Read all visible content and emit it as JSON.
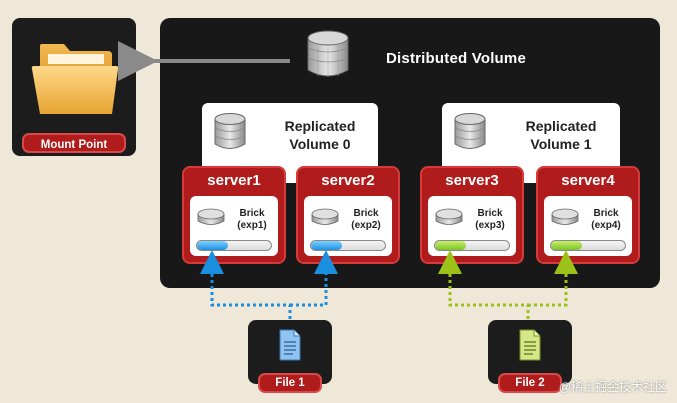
{
  "mount": {
    "label": "Mount Point",
    "icon": "folder-icon"
  },
  "distributed": {
    "title": "Distributed Volume"
  },
  "replicated": [
    {
      "label_line1": "Replicated",
      "label_line2": "Volume 0"
    },
    {
      "label_line1": "Replicated",
      "label_line2": "Volume 1"
    }
  ],
  "servers": [
    {
      "name": "server1",
      "brick_line1": "Brick",
      "brick_line2": "(exp1)",
      "bar_color": "blue"
    },
    {
      "name": "server2",
      "brick_line1": "Brick",
      "brick_line2": "(exp2)",
      "bar_color": "blue"
    },
    {
      "name": "server3",
      "brick_line1": "Brick",
      "brick_line2": "(exp3)",
      "bar_color": "green"
    },
    {
      "name": "server4",
      "brick_line1": "Brick",
      "brick_line2": "(exp4)",
      "bar_color": "green"
    }
  ],
  "files": [
    {
      "label": "File 1",
      "icon": "document-icon",
      "color": "#1a8fe0"
    },
    {
      "label": "File 2",
      "icon": "document-icon",
      "color": "#9cc21a"
    }
  ],
  "colors": {
    "accent_red": "#b01b1b",
    "panel": "#181818",
    "background": "#efe8d8"
  },
  "watermark": "@稀土掘金技术社区"
}
